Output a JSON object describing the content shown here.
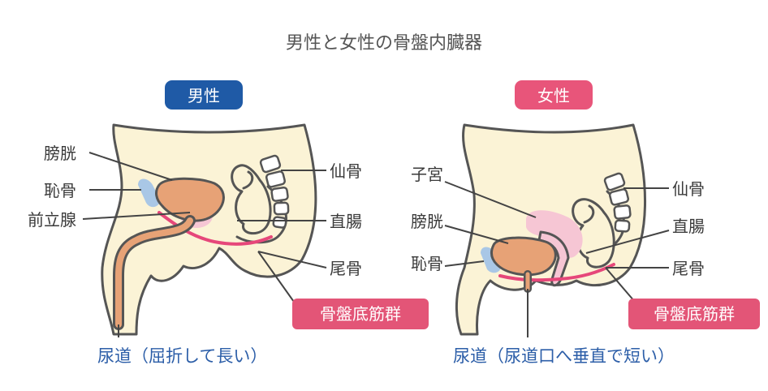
{
  "title": "男性と女性の骨盤内臓器",
  "colors": {
    "male_badge": "#1f5aa6",
    "female_badge": "#e8557a",
    "floor_badge": "#e35577",
    "pelvic_floor": "#e6477a",
    "skin": "#fbf3d6",
    "bladder": "#e7a276",
    "pubic_bone": "#a9c7e6",
    "prostate_uterus": "#f6c6d4",
    "urethra_label": "#2c5ea8"
  },
  "male": {
    "badge": "男性",
    "labels": {
      "bladder": "膀胱",
      "pubis": "恥骨",
      "prostate": "前立腺",
      "sacrum": "仙骨",
      "rectum": "直腸",
      "coccyx": "尾骨",
      "pelvic_floor": "骨盤底筋群",
      "urethra": "尿道（屈折して長い）"
    }
  },
  "female": {
    "badge": "女性",
    "labels": {
      "uterus": "子宮",
      "bladder": "膀胱",
      "pubis": "恥骨",
      "sacrum": "仙骨",
      "rectum": "直腸",
      "coccyx": "尾骨",
      "pelvic_floor": "骨盤底筋群",
      "urethra": "尿道（尿道口へ垂直で短い）"
    }
  }
}
